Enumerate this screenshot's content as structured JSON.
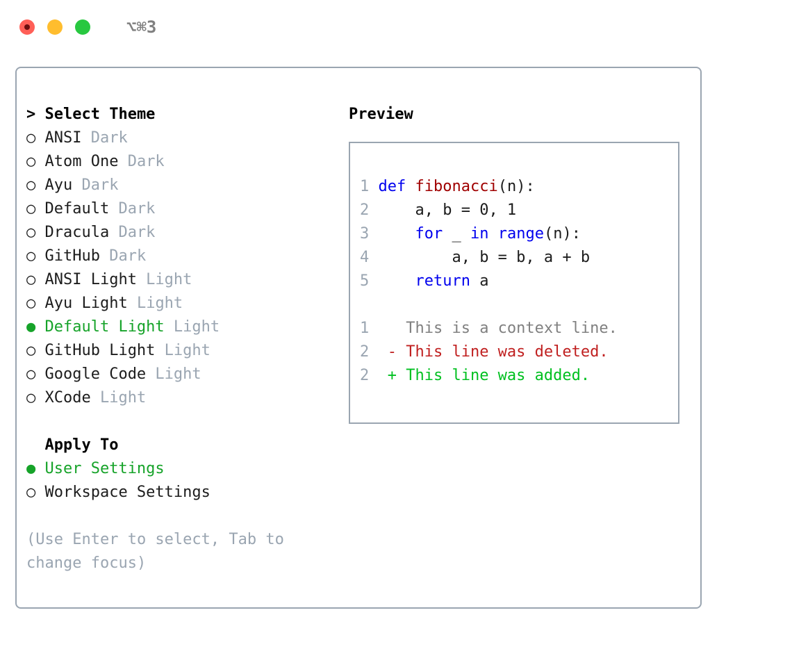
{
  "titlebar": {
    "traffic_lights": [
      {
        "name": "close",
        "color": "#ff5f57"
      },
      {
        "name": "minimize",
        "color": "#ffbd2e"
      },
      {
        "name": "zoom",
        "color": "#28c840"
      }
    ],
    "shortcut": "⌥⌘3"
  },
  "colors": {
    "selected_green": "#16a329",
    "muted_grey": "#9aa5b1",
    "keyword_blue": "#0000ee",
    "function_red": "#a00000",
    "diff_add_green": "#00c020",
    "diff_del_red": "#c02020",
    "border": "#9aa5b1"
  },
  "theme_section": {
    "heading": "> Select Theme",
    "items": [
      {
        "marker": "○",
        "label": "ANSI",
        "suffix": "Dark",
        "selected": false
      },
      {
        "marker": "○",
        "label": "Atom One",
        "suffix": "Dark",
        "selected": false
      },
      {
        "marker": "○",
        "label": "Ayu",
        "suffix": "Dark",
        "selected": false
      },
      {
        "marker": "○",
        "label": "Default",
        "suffix": "Dark",
        "selected": false
      },
      {
        "marker": "○",
        "label": "Dracula",
        "suffix": "Dark",
        "selected": false
      },
      {
        "marker": "○",
        "label": "GitHub",
        "suffix": "Dark",
        "selected": false
      },
      {
        "marker": "○",
        "label": "ANSI Light",
        "suffix": "Light",
        "selected": false
      },
      {
        "marker": "○",
        "label": "Ayu Light",
        "suffix": "Light",
        "selected": false
      },
      {
        "marker": "●",
        "label": "Default Light",
        "suffix": "Light",
        "selected": true
      },
      {
        "marker": "○",
        "label": "GitHub Light",
        "suffix": "Light",
        "selected": false
      },
      {
        "marker": "○",
        "label": "Google Code",
        "suffix": "Light",
        "selected": false
      },
      {
        "marker": "○",
        "label": "XCode",
        "suffix": "Light",
        "selected": false
      }
    ]
  },
  "apply_section": {
    "heading": "Apply To",
    "items": [
      {
        "marker": "●",
        "label": "User Settings",
        "selected": true
      },
      {
        "marker": "○",
        "label": "Workspace Settings",
        "selected": false
      }
    ]
  },
  "hint": "(Use Enter to select, Tab to change focus)",
  "preview": {
    "title": "Preview",
    "code_lines": [
      {
        "lineno": "1",
        "tokens": [
          {
            "t": "def ",
            "c": "kw"
          },
          {
            "t": "fibonacci",
            "c": "fn"
          },
          {
            "t": "(n):",
            "c": "plain"
          }
        ]
      },
      {
        "lineno": "2",
        "tokens": [
          {
            "t": "    a, b = 0, 1",
            "c": "plain"
          }
        ]
      },
      {
        "lineno": "3",
        "tokens": [
          {
            "t": "    ",
            "c": "plain"
          },
          {
            "t": "for",
            "c": "kw"
          },
          {
            "t": " _ ",
            "c": "plain"
          },
          {
            "t": "in",
            "c": "kw"
          },
          {
            "t": " ",
            "c": "plain"
          },
          {
            "t": "range",
            "c": "kw"
          },
          {
            "t": "(n):",
            "c": "plain"
          }
        ]
      },
      {
        "lineno": "4",
        "tokens": [
          {
            "t": "        a, b = b, a + b",
            "c": "plain"
          }
        ]
      },
      {
        "lineno": "5",
        "tokens": [
          {
            "t": "    ",
            "c": "plain"
          },
          {
            "t": "return",
            "c": "kw"
          },
          {
            "t": " a",
            "c": "plain"
          }
        ]
      }
    ],
    "diff_lines": [
      {
        "lineno": "1",
        "marker": " ",
        "text": "This is a context line.",
        "kind": "ctx"
      },
      {
        "lineno": "2",
        "marker": "-",
        "text": "This line was deleted.",
        "kind": "del"
      },
      {
        "lineno": "2",
        "marker": "+",
        "text": "This line was added.",
        "kind": "add"
      }
    ]
  }
}
